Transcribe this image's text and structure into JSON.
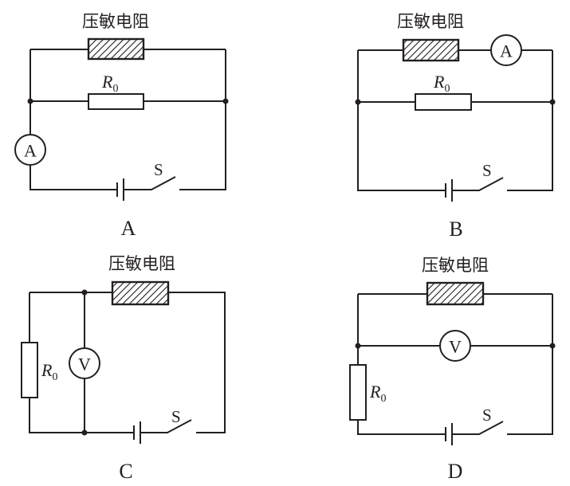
{
  "figure": {
    "description": "Four candidate circuits using a pressure-sensitive resistor",
    "colors": {
      "ink": "#231f20",
      "background": "#ffffff"
    },
    "circuits": [
      {
        "option": "A",
        "sensor_label": "压敏电阻",
        "resistor_label": "R",
        "resistor_subscript": "0",
        "meter_symbol": "A",
        "meter_type": "ammeter",
        "switch_label": "S",
        "topology": "Pressure resistor parallel with R0; ammeter in main line"
      },
      {
        "option": "B",
        "sensor_label": "压敏电阻",
        "resistor_label": "R",
        "resistor_subscript": "0",
        "meter_symbol": "A",
        "meter_type": "ammeter",
        "switch_label": "S",
        "topology": "Pressure resistor parallel with R0; ammeter in series with pressure resistor branch"
      },
      {
        "option": "C",
        "sensor_label": "压敏电阻",
        "resistor_label": "R",
        "resistor_subscript": "0",
        "meter_symbol": "V",
        "meter_type": "voltmeter",
        "switch_label": "S",
        "topology": "Pressure resistor in series with R0; voltmeter across R0"
      },
      {
        "option": "D",
        "sensor_label": "压敏电阻",
        "resistor_label": "R",
        "resistor_subscript": "0",
        "meter_symbol": "V",
        "meter_type": "voltmeter",
        "switch_label": "S",
        "topology": "Pressure resistor in series with R0; voltmeter across pressure resistor"
      }
    ]
  }
}
